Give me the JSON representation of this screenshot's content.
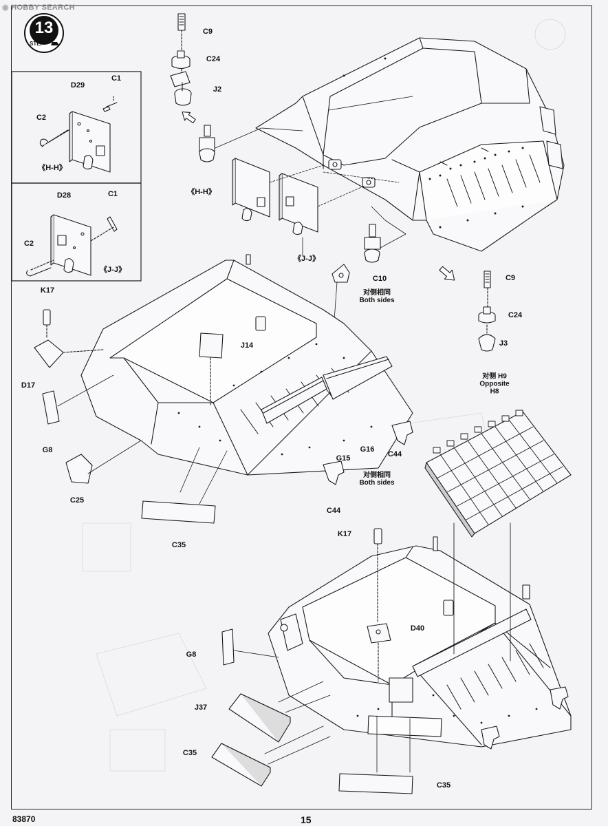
{
  "watermark": {
    "logo": "HOBBY SEARCH",
    "corner_mark": "HOBBY SEARCH"
  },
  "step": {
    "number": "13",
    "word": "STEP"
  },
  "footer": {
    "product_code": "83870",
    "page_number": "15"
  },
  "insets": {
    "hh": {
      "view_label": "《H-H》",
      "parts": [
        "D29",
        "C1",
        "C2"
      ]
    },
    "jj": {
      "view_label": "《J-J》",
      "parts": [
        "D28",
        "C1",
        "C2"
      ]
    }
  },
  "labels": {
    "c9_top": "C9",
    "c24_top": "C24",
    "j2": "J2",
    "hh_main": "《H-H》",
    "jj_main": "《J-J》",
    "c10": "C10",
    "both_sides_cn": "对侧相同",
    "both_sides_en": "Both sides",
    "c9_right": "C9",
    "c24_right": "C24",
    "j3": "J3",
    "opposite_cn": "对侧 H9",
    "opposite_en": "Opposite",
    "h8": "H8",
    "k17_top": "K17",
    "d17": "D17",
    "g8_top": "G8",
    "c25": "C25",
    "j14": "J14",
    "c35_mid": "C35",
    "g15": "G15",
    "g16": "G16",
    "c44_right": "C44",
    "both_sides2_cn": "对侧相同",
    "both_sides2_en": "Both sides",
    "c44_mid": "C44",
    "k17_bottom": "K17",
    "d40": "D40",
    "g8_bottom": "G8",
    "j37": "J37",
    "c35_bl": "C35",
    "c35_br": "C35"
  },
  "colors": {
    "line": "#1a1a1a",
    "paper": "#f4f4f6",
    "fill": "#f9f9fb",
    "badge": "#111111",
    "ghost": "#c6c8e0"
  }
}
